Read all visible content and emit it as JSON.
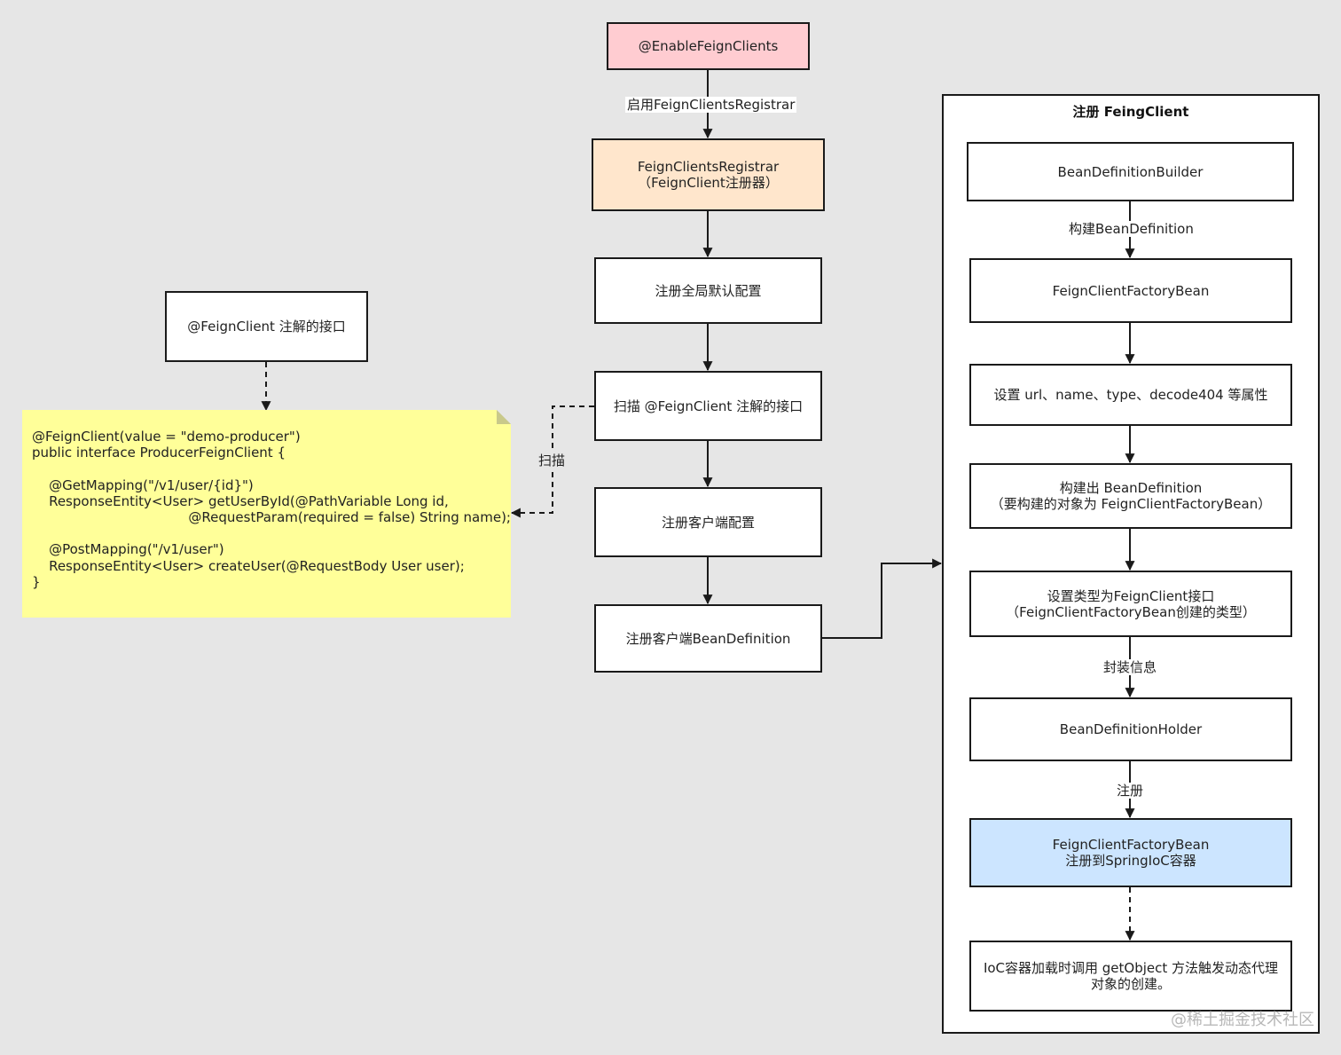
{
  "diagram": {
    "nodes": {
      "enable": "@EnableFeignClients",
      "registrar": "FeignClientsRegistrar\n（FeignClient注册器）",
      "global_config": "注册全局默认配置",
      "scan": "扫描 @FeignClient 注解的接口",
      "client_config": "注册客户端配置",
      "client_bd": "注册客户端BeanDefinition",
      "annotated_interface": "@FeignClient 注解的接口"
    },
    "edge_labels": {
      "enable_registrar": "启用FeignClientsRegistrar",
      "scan_note": "扫描",
      "build_bd": "构建BeanDefinition",
      "wrap_info": "封装信息",
      "register": "注册"
    },
    "note_lines": [
      "@FeignClient(value = \"demo-producer\")",
      "public interface ProducerFeignClient {",
      "",
      "    @GetMapping(\"/v1/user/{id}\")",
      "    ResponseEntity<User> getUserById(@PathVariable Long id,",
      "                                     @RequestParam(required = false) String name);",
      "",
      "    @PostMapping(\"/v1/user\")",
      "    ResponseEntity<User> createUser(@RequestBody User user);",
      "}"
    ],
    "group": {
      "title": "注册 FeingClient",
      "nodes": {
        "builder": "BeanDefinitionBuilder",
        "factory_bean": "FeignClientFactoryBean",
        "set_props": "设置 url、name、type、decode404 等属性",
        "built_bd": "构建出 BeanDefinition\n（要构建的对象为 FeignClientFactoryBean）",
        "set_type": "设置类型为FeignClient接口\n（FeignClientFactoryBean创建的类型）",
        "holder": "BeanDefinitionHolder",
        "register_ioc": "FeignClientFactoryBean\n注册到SpringIoC容器",
        "get_object": "IoC容器加载时调用 getObject 方法触发动态代理\n对象的创建。"
      }
    },
    "watermark": "@稀土掘金技术社区",
    "colors": {
      "background": "#e6e6e6",
      "enable_fill": "#ffccd1",
      "registrar_fill": "#ffe6cc",
      "ioc_fill": "#cce5ff",
      "note_fill": "#ffff99"
    }
  }
}
